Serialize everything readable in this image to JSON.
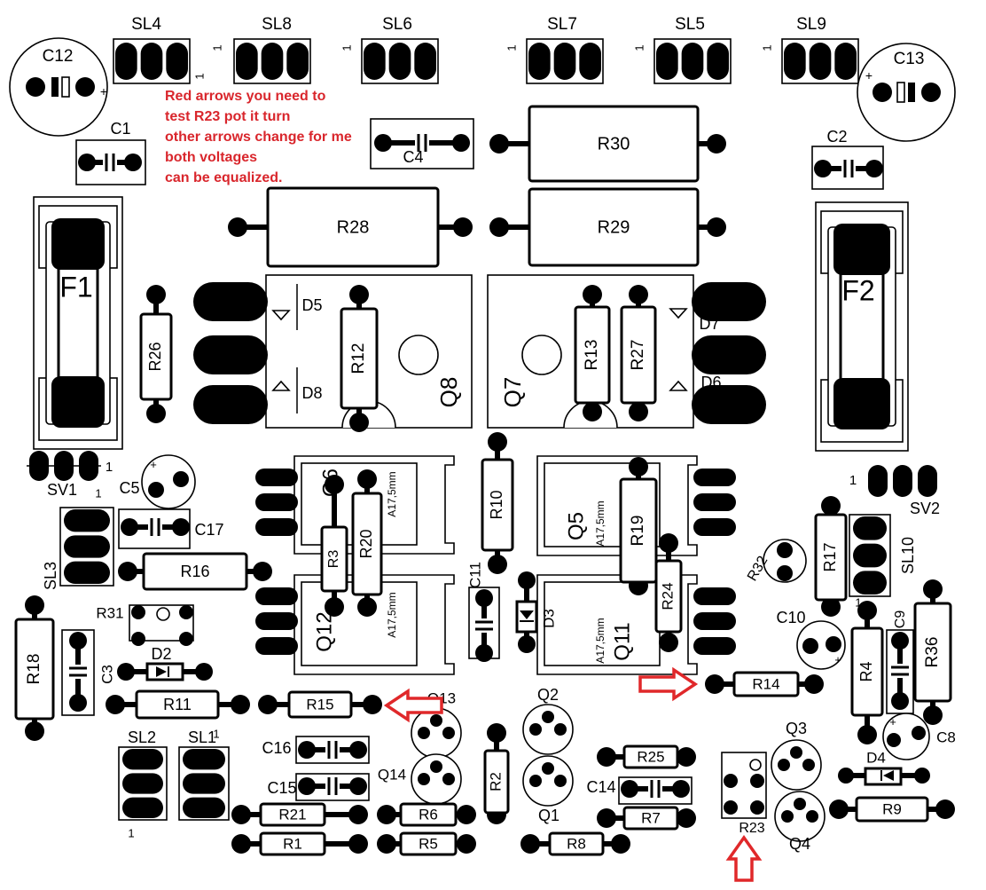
{
  "annotation": {
    "lines": [
      "Red arrows you need to",
      "test R23 pot it turn",
      "other arrows change for me",
      "both voltages",
      "can be equalized."
    ],
    "color": "#d9262c"
  },
  "labels": {
    "SL4": "SL4",
    "SL8": "SL8",
    "SL6": "SL6",
    "SL7": "SL7",
    "SL5": "SL5",
    "SL9": "SL9",
    "C12": "C12",
    "C13": "C13",
    "C1": "C1",
    "C2": "C2",
    "C4": "C4",
    "R30": "R30",
    "R28": "R28",
    "R29": "R29",
    "F1": "F1",
    "F2": "F2",
    "D5": "D5",
    "D8": "D8",
    "D7": "D7",
    "D6": "D6",
    "R26": "R26",
    "R12": "R12",
    "R13": "R13",
    "R27": "R27",
    "Q8": "Q8",
    "Q7": "Q7",
    "SV1": "SV1",
    "SV2": "SV2",
    "C5": "C5",
    "Q6": "Q6",
    "Q5": "Q5",
    "A17_Q6": "A17,5mm",
    "A17_Q12": "A17,5mm",
    "A17_Q5": "A17,5mm",
    "A17_Q11": "A17,5mm",
    "R10": "R10",
    "R3": "R3",
    "R20": "R20",
    "R19": "R19",
    "C17": "C17",
    "SL3": "SL3",
    "R16": "R16",
    "R17": "R17",
    "SL10": "SL10",
    "R32": "R32",
    "C11": "C11",
    "D3": "D3",
    "Q12": "Q12",
    "Q11": "Q11",
    "R24": "R24",
    "R31": "R31",
    "D2": "D2",
    "C3": "C3",
    "R18": "R18",
    "R11": "R11",
    "R15": "R15",
    "Q13": "Q13",
    "R14": "R14",
    "C10": "C10",
    "C9": "C9",
    "R4": "R4",
    "R36": "R36",
    "C8": "C8",
    "Q2": "Q2",
    "Q3": "Q3",
    "Q14": "Q14",
    "Q1": "Q1",
    "Q4": "Q4",
    "SL2": "SL2",
    "SL1": "SL1",
    "C16": "C16",
    "C15": "C15",
    "C14": "C14",
    "R25": "R25",
    "R2": "R2",
    "R7": "R7",
    "R23": "R23",
    "D4": "D4",
    "R9": "R9",
    "R21": "R21",
    "R6": "R6",
    "R1": "R1",
    "R5": "R5",
    "R8": "R8",
    "pin1": "1"
  }
}
